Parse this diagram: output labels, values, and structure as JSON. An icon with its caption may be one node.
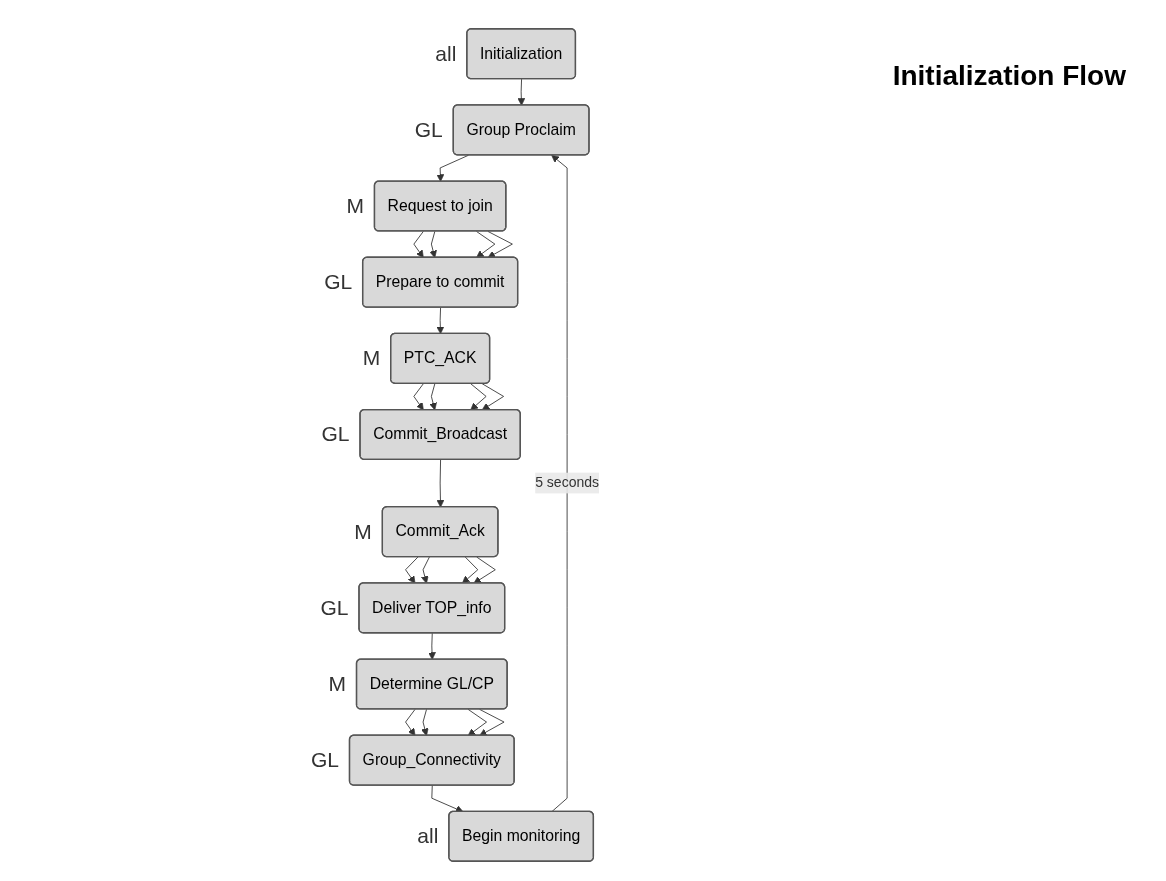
{
  "diagram": {
    "title": "Initialization Flow",
    "nodes": [
      {
        "text": [
          "Initialization"
        ],
        "beside": [
          "all"
        ]
      },
      {
        "text": [
          "Group Proclaim"
        ],
        "beside": [
          "GL"
        ]
      },
      {
        "text": [
          "Request to join"
        ],
        "beside": [
          "M"
        ]
      },
      {
        "text": [
          "Prepare to commit"
        ],
        "beside": [
          "GL"
        ]
      },
      {
        "text": [
          "PTC_ACK"
        ],
        "beside": [
          "M"
        ]
      },
      {
        "text": [
          "Commit_Broadcast"
        ],
        "beside": [
          "GL"
        ]
      },
      {
        "text": [
          "Commit_Ack"
        ],
        "beside": [
          "M"
        ]
      },
      {
        "text": [
          "Deliver TOP_info"
        ],
        "beside": [
          "GL"
        ]
      },
      {
        "text": [
          "Determine GL/CP"
        ],
        "beside": [
          "M"
        ]
      },
      {
        "text": [
          "Group_Connectivity"
        ],
        "beside": [
          "GL"
        ]
      },
      {
        "text": [
          "Begin monitoring"
        ],
        "beside": [
          "all"
        ]
      }
    ],
    "edges": [
      {
        "from": 0,
        "to": 1,
        "arrow": "to"
      },
      {
        "from": 1,
        "to": 2,
        "arrow": "to"
      },
      {
        "from": 2,
        "to": 3,
        "arrow": "to"
      },
      {
        "from": 2,
        "to": 3,
        "arrow": "to"
      },
      {
        "from": 2,
        "to": 3,
        "arrow": "to"
      },
      {
        "from": 2,
        "to": 3,
        "arrow": "to"
      },
      {
        "from": 3,
        "to": 4,
        "arrow": "to"
      },
      {
        "from": 4,
        "to": 5,
        "arrow": "to"
      },
      {
        "from": 4,
        "to": 5,
        "arrow": "to"
      },
      {
        "from": 4,
        "to": 5,
        "arrow": "to"
      },
      {
        "from": 4,
        "to": 5,
        "arrow": "to"
      },
      {
        "from": 5,
        "to": 6,
        "arrow": "to"
      },
      {
        "from": 6,
        "to": 7,
        "arrow": "to"
      },
      {
        "from": 6,
        "to": 7,
        "arrow": "to"
      },
      {
        "from": 6,
        "to": 7,
        "arrow": "to"
      },
      {
        "from": 6,
        "to": 7,
        "arrow": "to"
      },
      {
        "from": 7,
        "to": 8,
        "arrow": "to"
      },
      {
        "from": 8,
        "to": 9,
        "arrow": "to"
      },
      {
        "from": 8,
        "to": 9,
        "arrow": "to"
      },
      {
        "from": 8,
        "to": 9,
        "arrow": "to"
      },
      {
        "from": 8,
        "to": 9,
        "arrow": "to"
      },
      {
        "from": 9,
        "to": 10,
        "arrow": "to"
      },
      {
        "from": 10,
        "to": 1,
        "arrow": "to",
        "label": "5 seconds"
      }
    ]
  }
}
